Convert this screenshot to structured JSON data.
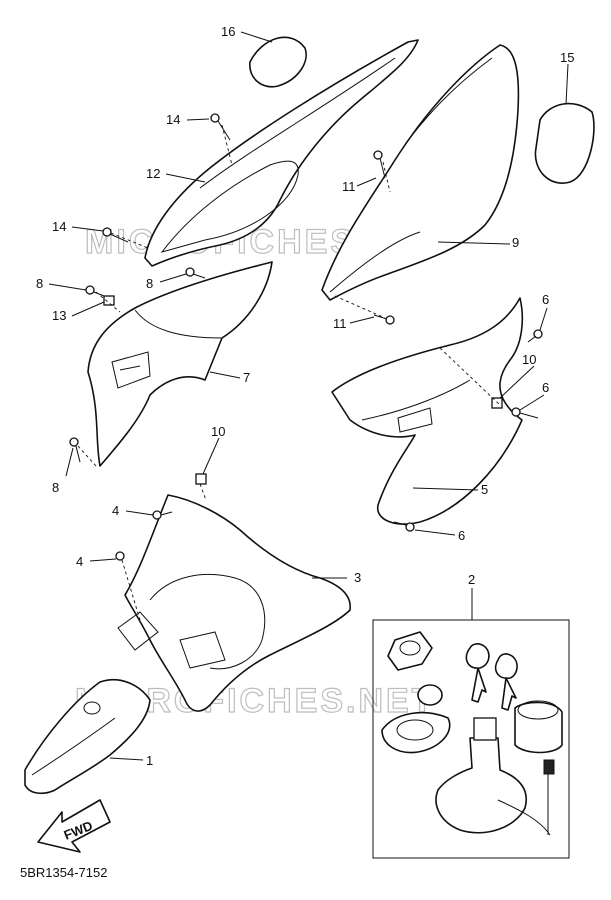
{
  "diagram": {
    "diagram_code": "5BR1354-7152",
    "watermark": "MICROFICHES.NET",
    "fwd_label": "FWD",
    "callouts": [
      "1",
      "2",
      "3",
      "4",
      "4",
      "5",
      "6",
      "6",
      "6",
      "7",
      "8",
      "8",
      "8",
      "9",
      "10",
      "10",
      "11",
      "11",
      "12",
      "13",
      "14",
      "14",
      "15",
      "16"
    ]
  }
}
